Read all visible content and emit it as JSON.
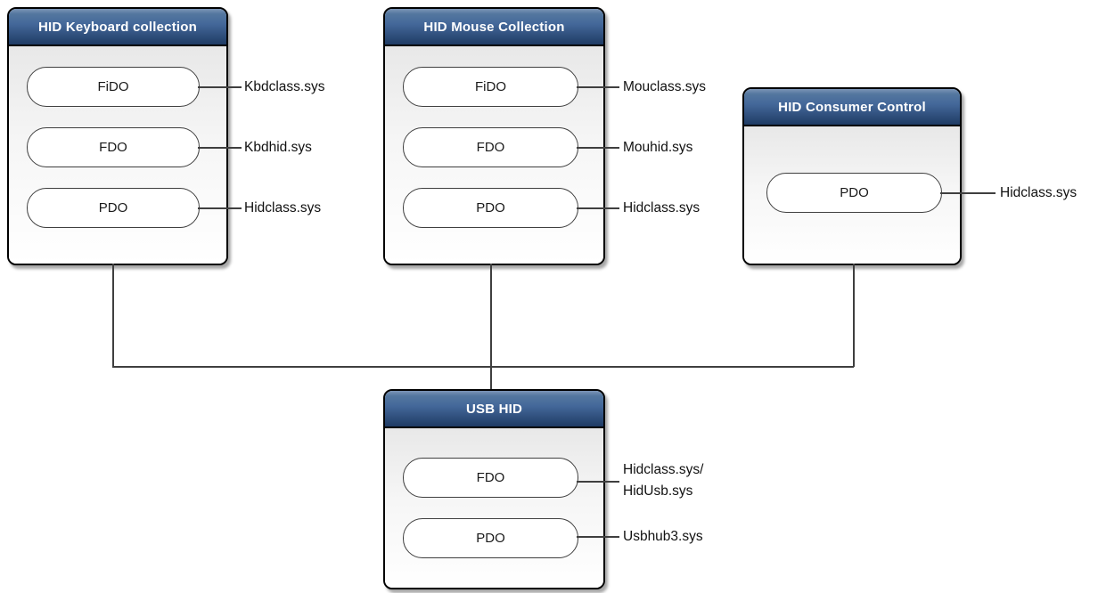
{
  "colors": {
    "header_highlight": "#7b95b7",
    "header_top": "#54779f",
    "header_bottom": "#1f3b64",
    "body_top": "#e8e8e8",
    "body_bottom": "#ffffff",
    "line": "#3f3f3f"
  },
  "nodes": {
    "keyboard": {
      "title": "HID Keyboard collection",
      "pills": [
        {
          "label": "FiDO",
          "annotation": "Kbdclass.sys"
        },
        {
          "label": "FDO",
          "annotation": "Kbdhid.sys"
        },
        {
          "label": "PDO",
          "annotation": "Hidclass.sys"
        }
      ]
    },
    "mouse": {
      "title": "HID Mouse Collection",
      "pills": [
        {
          "label": "FiDO",
          "annotation": "Mouclass.sys"
        },
        {
          "label": "FDO",
          "annotation": "Mouhid.sys"
        },
        {
          "label": "PDO",
          "annotation": "Hidclass.sys"
        }
      ]
    },
    "consumer": {
      "title": "HID Consumer Control",
      "pills": [
        {
          "label": "PDO",
          "annotation": "Hidclass.sys"
        }
      ]
    },
    "usbhid": {
      "title": "USB HID",
      "pills": [
        {
          "label": "FDO",
          "annotation_line1": "Hidclass.sys/",
          "annotation_line2": "HidUsb.sys"
        },
        {
          "label": "PDO",
          "annotation": "Usbhub3.sys"
        }
      ]
    }
  }
}
